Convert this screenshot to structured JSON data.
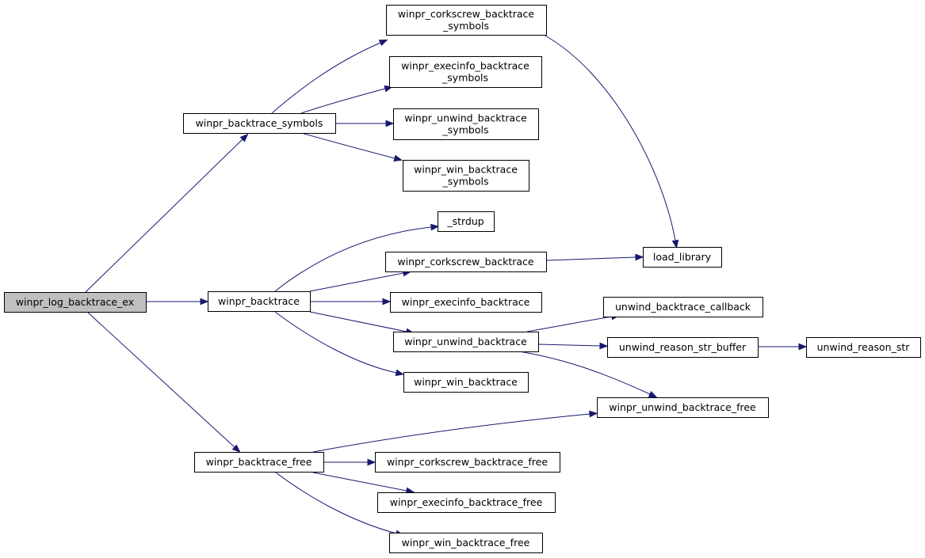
{
  "graph": {
    "nodes": [
      {
        "id": "log_ex",
        "lines": [
          "winpr_log_backtrace_ex"
        ],
        "highlight": true
      },
      {
        "id": "bt_symbols",
        "lines": [
          "winpr_backtrace_symbols"
        ]
      },
      {
        "id": "bt",
        "lines": [
          "winpr_backtrace"
        ]
      },
      {
        "id": "bt_free",
        "lines": [
          "winpr_backtrace_free"
        ]
      },
      {
        "id": "cork_sym",
        "lines": [
          "winpr_corkscrew_backtrace",
          "_symbols"
        ]
      },
      {
        "id": "exec_sym",
        "lines": [
          "winpr_execinfo_backtrace",
          "_symbols"
        ]
      },
      {
        "id": "unwind_sym",
        "lines": [
          "winpr_unwind_backtrace",
          "_symbols"
        ]
      },
      {
        "id": "win_sym",
        "lines": [
          "winpr_win_backtrace",
          "_symbols"
        ]
      },
      {
        "id": "strdup",
        "lines": [
          "_strdup"
        ]
      },
      {
        "id": "cork_bt",
        "lines": [
          "winpr_corkscrew_backtrace"
        ]
      },
      {
        "id": "exec_bt",
        "lines": [
          "winpr_execinfo_backtrace"
        ]
      },
      {
        "id": "unwind_bt",
        "lines": [
          "winpr_unwind_backtrace"
        ]
      },
      {
        "id": "win_bt",
        "lines": [
          "winpr_win_backtrace"
        ]
      },
      {
        "id": "load_library",
        "lines": [
          "load_library"
        ]
      },
      {
        "id": "unwind_cb",
        "lines": [
          "unwind_backtrace_callback"
        ]
      },
      {
        "id": "unwind_reason_buf",
        "lines": [
          "unwind_reason_str_buffer"
        ]
      },
      {
        "id": "unwind_reason",
        "lines": [
          "unwind_reason_str"
        ]
      },
      {
        "id": "unwind_free",
        "lines": [
          "winpr_unwind_backtrace_free"
        ]
      },
      {
        "id": "cork_free",
        "lines": [
          "winpr_corkscrew_backtrace_free"
        ]
      },
      {
        "id": "exec_free",
        "lines": [
          "winpr_execinfo_backtrace_free"
        ]
      },
      {
        "id": "win_free",
        "lines": [
          "winpr_win_backtrace_free"
        ]
      }
    ],
    "edges": [
      [
        "log_ex",
        "bt_symbols"
      ],
      [
        "log_ex",
        "bt"
      ],
      [
        "log_ex",
        "bt_free"
      ],
      [
        "bt_symbols",
        "cork_sym"
      ],
      [
        "bt_symbols",
        "exec_sym"
      ],
      [
        "bt_symbols",
        "unwind_sym"
      ],
      [
        "bt_symbols",
        "win_sym"
      ],
      [
        "cork_sym",
        "load_library"
      ],
      [
        "bt",
        "strdup"
      ],
      [
        "bt",
        "cork_bt"
      ],
      [
        "bt",
        "exec_bt"
      ],
      [
        "bt",
        "unwind_bt"
      ],
      [
        "bt",
        "win_bt"
      ],
      [
        "cork_bt",
        "load_library"
      ],
      [
        "unwind_bt",
        "unwind_cb"
      ],
      [
        "unwind_bt",
        "unwind_reason_buf"
      ],
      [
        "unwind_bt",
        "unwind_free"
      ],
      [
        "unwind_reason_buf",
        "unwind_reason"
      ],
      [
        "bt_free",
        "unwind_free"
      ],
      [
        "bt_free",
        "cork_free"
      ],
      [
        "bt_free",
        "exec_free"
      ],
      [
        "bt_free",
        "win_free"
      ]
    ]
  }
}
